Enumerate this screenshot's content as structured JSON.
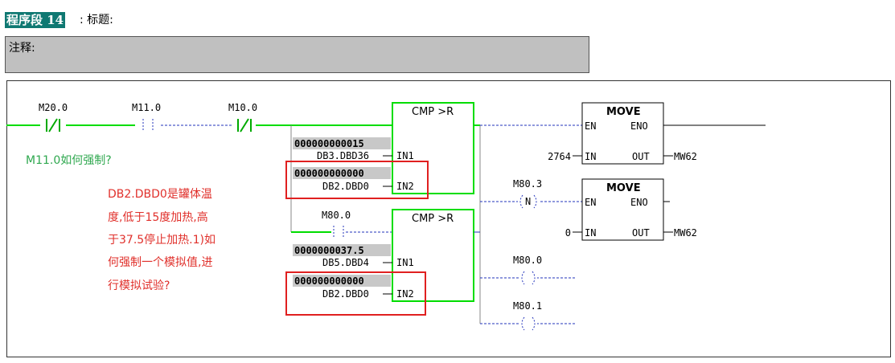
{
  "header": {
    "segment_title": "程序段 14",
    "title_label": ": 标题:",
    "comment_label": "注释:"
  },
  "contacts": {
    "m20_0": "M20.0",
    "m11_0": "M11.0",
    "m10_0": "M10.0",
    "m80_0_mid": "M80.0"
  },
  "cmp_blocks": [
    {
      "title": "CMP >R",
      "in1_value": "000000000015",
      "in1_addr": "DB3.DBD36",
      "in1": "IN1",
      "in2_value": "000000000000",
      "in2_addr": "DB2.DBD0",
      "in2": "IN2"
    },
    {
      "title": "CMP >R",
      "in1_value": "0000000037.5",
      "in1_addr": "DB5.DBD4",
      "in1": "IN1",
      "in2_value": "000000000000",
      "in2_addr": "DB2.DBD0",
      "in2": "IN2"
    }
  ],
  "move_blocks": [
    {
      "title": "MOVE",
      "en": "EN",
      "eno": "ENO",
      "in": "IN",
      "out": "OUT",
      "in_value": "2764",
      "out_value": "MW62"
    },
    {
      "title": "MOVE",
      "en": "EN",
      "eno": "ENO",
      "in": "IN",
      "out": "OUT",
      "in_value": "0",
      "out_value": "MW62"
    }
  ],
  "coils": [
    {
      "addr": "M80.3",
      "symbol": "N"
    },
    {
      "addr": "M80.0",
      "symbol": ""
    },
    {
      "addr": "M80.1",
      "symbol": ""
    }
  ],
  "notes": {
    "green": "M11.0如何强制?",
    "red_lines": [
      "DB2.DBD0是罐体温",
      "度,低于15度加热,高",
      "于37.5停止加热.1)如",
      "何强制一个模拟值,进",
      "行模拟试验?"
    ]
  },
  "colors": {
    "power_flow": "#00dd00",
    "annotation_box": "#e02020",
    "blue_dash": "#2233bb",
    "segment_bg": "#0f7872"
  }
}
